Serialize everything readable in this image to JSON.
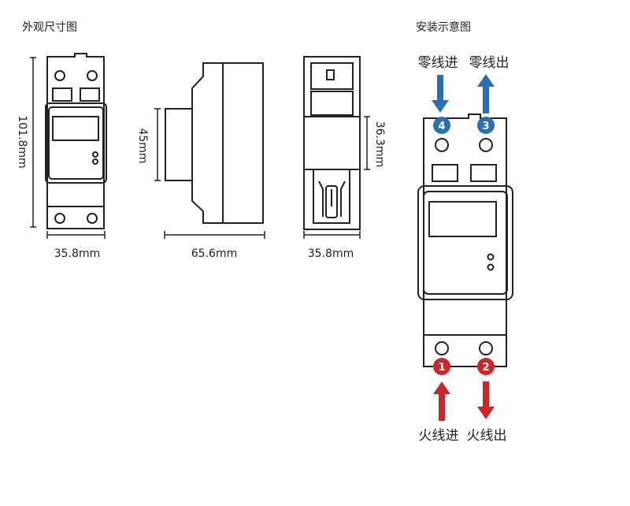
{
  "sections": {
    "dimensions_title": "外观尺寸图",
    "install_title": "安装示意图"
  },
  "dimensions": {
    "front_height": "101.8mm",
    "front_width": "35.8mm",
    "side_depth": "65.6mm",
    "side_height": "45mm",
    "back_width": "35.8mm",
    "back_height": "36.3mm"
  },
  "wiring": {
    "neutral_in": "零线进",
    "neutral_out": "零线出",
    "live_in": "火线进",
    "live_out": "火线出",
    "terminal_1": "1",
    "terminal_2": "2",
    "terminal_3": "3",
    "terminal_4": "4",
    "colors": {
      "neutral": "#2a6fb3",
      "live": "#c8282b"
    }
  }
}
